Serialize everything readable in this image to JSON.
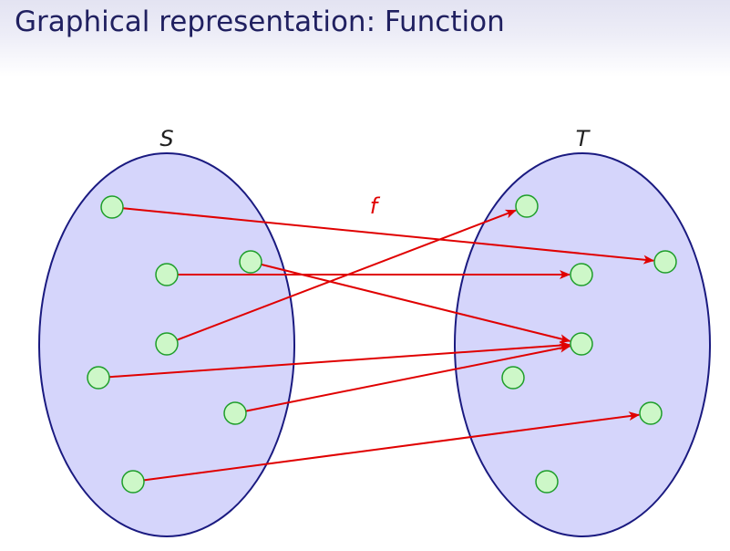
{
  "title": "Graphical representation: Function",
  "function_label": "f",
  "colors": {
    "set_fill": "#d5d5fb",
    "set_stroke": "#1a1a80",
    "node_fill": "#cdf7c8",
    "node_stroke": "#1e9e2a",
    "arrow": "#e00000",
    "title_text": "#202060"
  },
  "sets": [
    {
      "id": "S",
      "label": "S"
    },
    {
      "id": "T",
      "label": "T"
    }
  ],
  "mapping": [
    {
      "from": 0,
      "to": 2
    },
    {
      "from": 1,
      "to": 1
    },
    {
      "from": 2,
      "to": 3
    },
    {
      "from": 3,
      "to": 0
    },
    {
      "from": 4,
      "to": 3
    },
    {
      "from": 5,
      "to": 3
    },
    {
      "from": 6,
      "to": 5
    }
  ]
}
